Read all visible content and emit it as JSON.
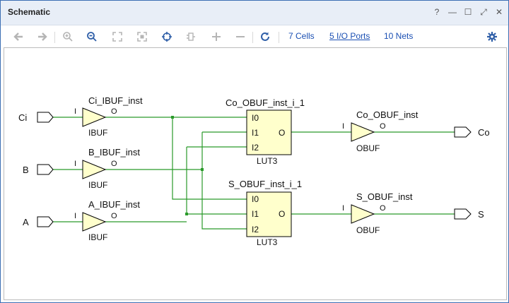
{
  "window": {
    "title": "Schematic",
    "controls": [
      "?",
      "—",
      "☐",
      "⤢",
      "✕"
    ]
  },
  "toolbar": {
    "cells_link": "7 Cells",
    "ports_link": "5 I/O Ports",
    "nets_link": "10 Nets",
    "buttons": [
      "back-icon",
      "forward-icon",
      "zoom-in-icon",
      "zoom-out-icon",
      "zoom-fit-icon",
      "zoom-selection-icon",
      "crosshair-icon",
      "cell-icon",
      "add-icon",
      "remove-icon",
      "refresh-icon",
      "gear-icon"
    ]
  },
  "schematic": {
    "ports": {
      "ci": "Ci",
      "b": "B",
      "a": "A",
      "co": "Co",
      "s": "S"
    },
    "ibuf_ci": {
      "inst": "Ci_IBUF_inst",
      "type": "IBUF",
      "in": "I",
      "out": "O"
    },
    "ibuf_b": {
      "inst": "B_IBUF_inst",
      "type": "IBUF",
      "in": "I",
      "out": "O"
    },
    "ibuf_a": {
      "inst": "A_IBUF_inst",
      "type": "IBUF",
      "in": "I",
      "out": "O"
    },
    "lut_co": {
      "inst": "Co_OBUF_inst_i_1",
      "type": "LUT3",
      "pins": [
        "I0",
        "I1",
        "I2"
      ],
      "out": "O"
    },
    "lut_s": {
      "inst": "S_OBUF_inst_i_1",
      "type": "LUT3",
      "pins": [
        "I0",
        "I1",
        "I2"
      ],
      "out": "O"
    },
    "obuf_co": {
      "inst": "Co_OBUF_inst",
      "type": "OBUF",
      "in": "I",
      "out": "O"
    },
    "obuf_s": {
      "inst": "S_OBUF_inst",
      "type": "OBUF",
      "in": "I",
      "out": "O"
    },
    "colors": {
      "wire": "#2a9a2a",
      "lut_fill": "#ffffcc",
      "buf_fill": "#ffffcc",
      "port_fill": "#ffffff"
    }
  }
}
